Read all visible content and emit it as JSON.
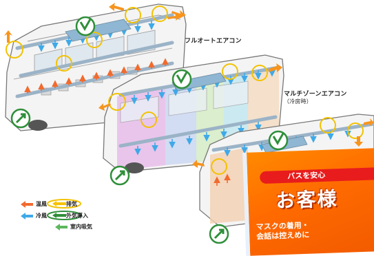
{
  "labels": {
    "full_auto": "フルオートエアコン",
    "multi_zone": "マルチゾーンエアコン",
    "multi_zone_sub": "（冷房時）"
  },
  "legend": {
    "warm": "温風",
    "cool": "冷風",
    "exhaust": "排気",
    "intake": "外気導入",
    "indoor": "室内吸気"
  },
  "poster": {
    "banner": "バスを安心",
    "headline": "お客様",
    "line1": "マスクの着用・",
    "line2": "会話は控えめに"
  },
  "colors": {
    "warm": "#f26a2e",
    "cool": "#3fa9e8",
    "exhaust_ring": "#f2c200",
    "intake_ring": "#2f8f3a",
    "indoor": "#5cb85c",
    "arrow_orange": "#f7941d"
  }
}
